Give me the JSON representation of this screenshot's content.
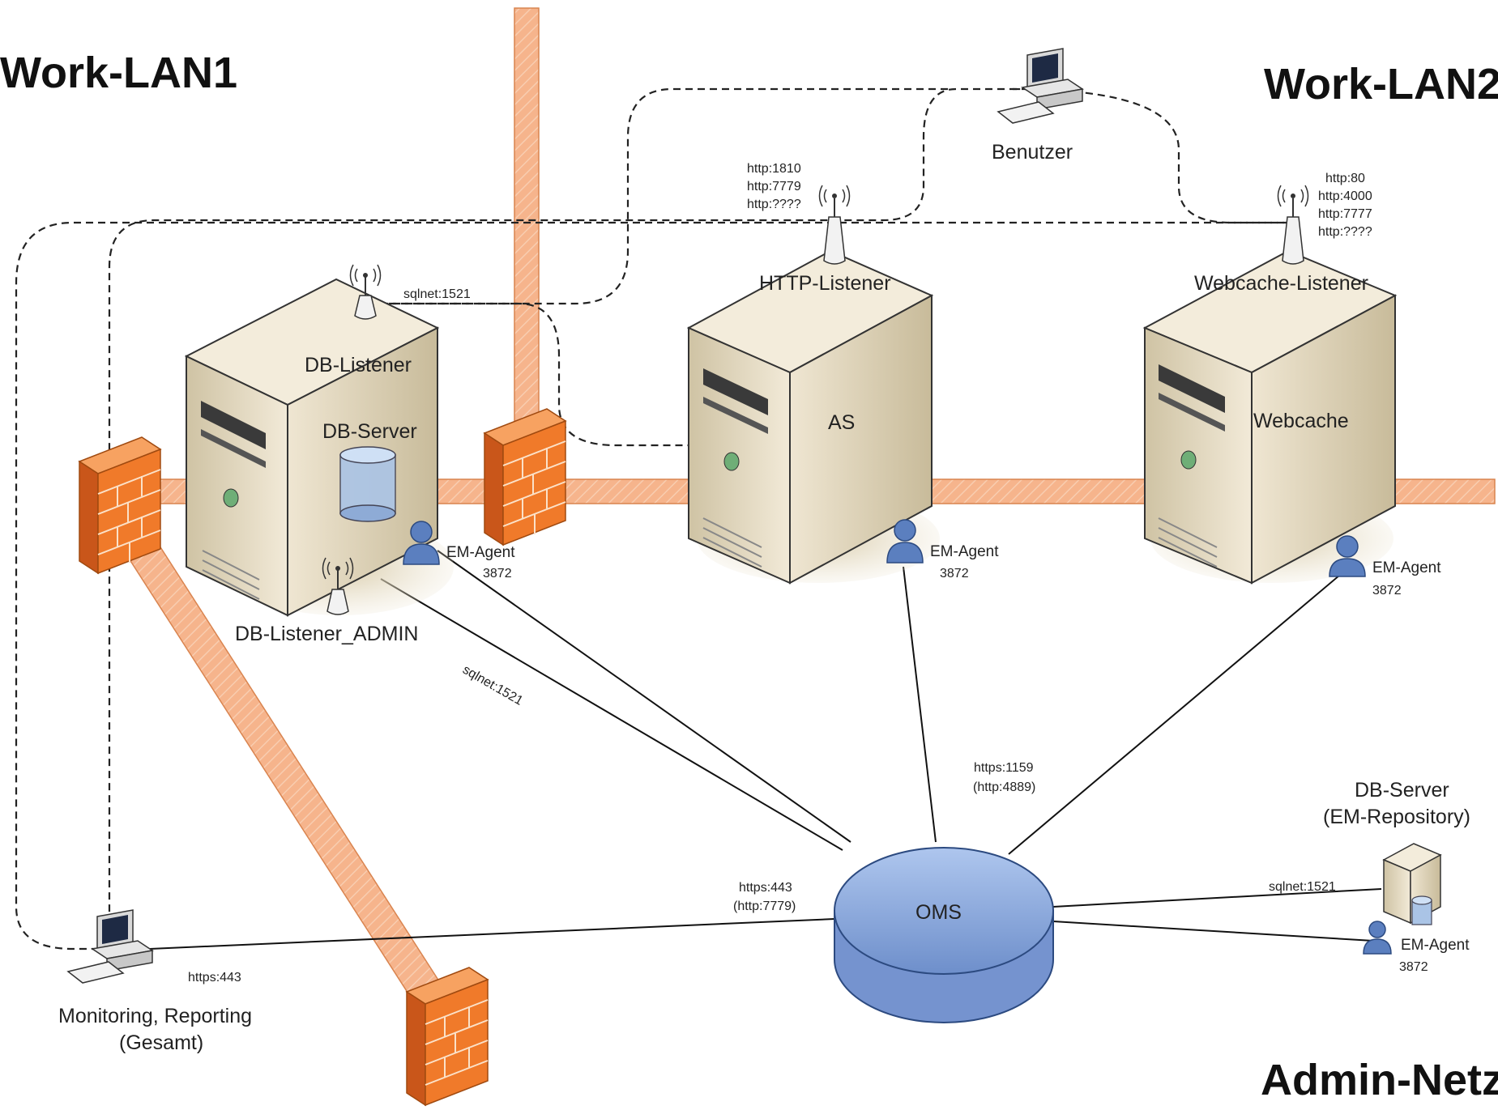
{
  "zones": {
    "lan1": "Work-LAN1",
    "lan2": "Work-LAN2",
    "admin": "Admin-Netz"
  },
  "db_server": {
    "top_listener": "DB-Listener",
    "name": "DB-Server",
    "admin_listener": "DB-Listener_ADMIN",
    "agent": "EM-Agent",
    "agent_port": "3872",
    "listener_port": "sqlnet:1521"
  },
  "as_server": {
    "listener": "HTTP-Listener",
    "name": "AS",
    "ports": [
      "http:1810",
      "http:7779",
      "http:????"
    ],
    "agent": "EM-Agent",
    "agent_port": "3872"
  },
  "webcache_server": {
    "listener": "Webcache-Listener",
    "name": "Webcache",
    "ports": [
      "http:80",
      "http:4000",
      "http:7777",
      "http:????"
    ],
    "agent": "EM-Agent",
    "agent_port": "3872"
  },
  "user": {
    "label": "Benutzer"
  },
  "monitoring": {
    "line1": "Monitoring, Reporting",
    "line2": "(Gesamt)",
    "port": "https:443"
  },
  "oms": {
    "label": "OMS",
    "port_upper": [
      "https:1159",
      "(http:4889)"
    ],
    "port_left": [
      "https:443",
      "(http:7779)"
    ],
    "admin_link_port": "sqlnet:1521"
  },
  "repository": {
    "line1": "DB-Server",
    "line2": "(EM-Repository)",
    "agent": "EM-Agent",
    "agent_port": "3872"
  },
  "colors": {
    "firewall": "#f07a2a",
    "firewall_band": "#f5a878",
    "server": "#e8dcc0",
    "oms": "#8faee0"
  },
  "icons": [
    "firewall-icon",
    "server-icon",
    "antenna-icon",
    "agent-icon",
    "workstation-icon",
    "database-icon"
  ]
}
